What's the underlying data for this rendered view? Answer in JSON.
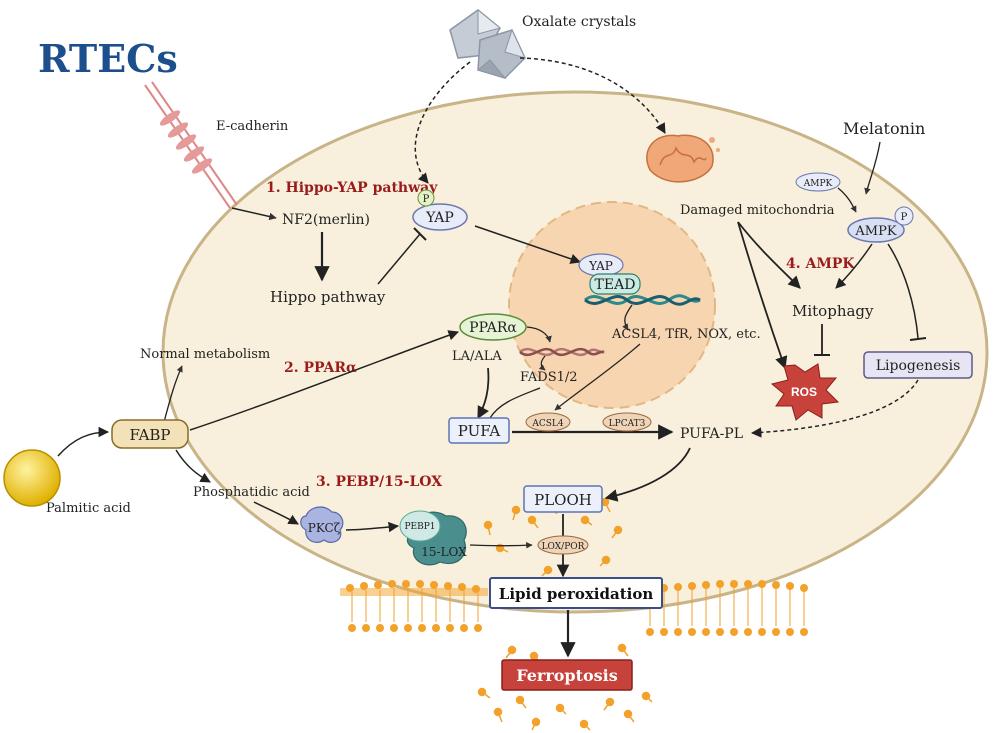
{
  "title": "RTECs",
  "labels": {
    "oxalate": "Oxalate crystals",
    "ecadherin": "E-cadherin",
    "melatonin": "Melatonin",
    "ampk_small": "AMPK",
    "ampk": "AMPK",
    "p_ampk": "P",
    "p_yap": "P",
    "damaged_mito": "Damaged mitochondria",
    "yap": "YAP",
    "yap_nuc": "YAP",
    "tead": "TEAD",
    "nf2": "NF2(merlin)",
    "hippo": "Hippo pathway",
    "ampk_pathway": "4. AMPK",
    "mitophagy": "Mitophagy",
    "ros": "ROS",
    "lipogenesis": "Lipogenesis",
    "ppara": "PPARα",
    "ppara_pathway": "2. PPARα",
    "la_ala": "LA/ALA",
    "fads": "FADS1/2",
    "acsl_etc": "ACSL4, TfR, NOX, etc.",
    "normal_metabolism": "Normal metabolism",
    "fabp": "FABP",
    "pufa": "PUFA",
    "acsl4": "ACSL4",
    "lpcat3": "LPCAT3",
    "pufa_pl": "PUFA-PL",
    "palmitic": "Palmitic acid",
    "phosphatidic": "Phosphatidic acid",
    "pebp_pathway": "3. PEBP/15-LOX",
    "pkc": "PKCζ",
    "pebp1": "PEBP1",
    "lox15": "15-LOX",
    "plooh": "PLOOH",
    "lox_por": "LOX/POR",
    "lipid_perox": "Lipid peroxidation",
    "ferroptosis": "Ferroptosis",
    "hippo_pathway": "1.  Hippo-YAP pathway"
  },
  "colors": {
    "title": "#1c4f8c",
    "pathway_red": "#9a1b1b",
    "cell_fill": "#f8f0dc",
    "cell_stroke": "#c9b488",
    "nucleus": "#f6d5b0",
    "ferroptosis": "#c8423c",
    "lipid_orange": "#f2a12a"
  }
}
